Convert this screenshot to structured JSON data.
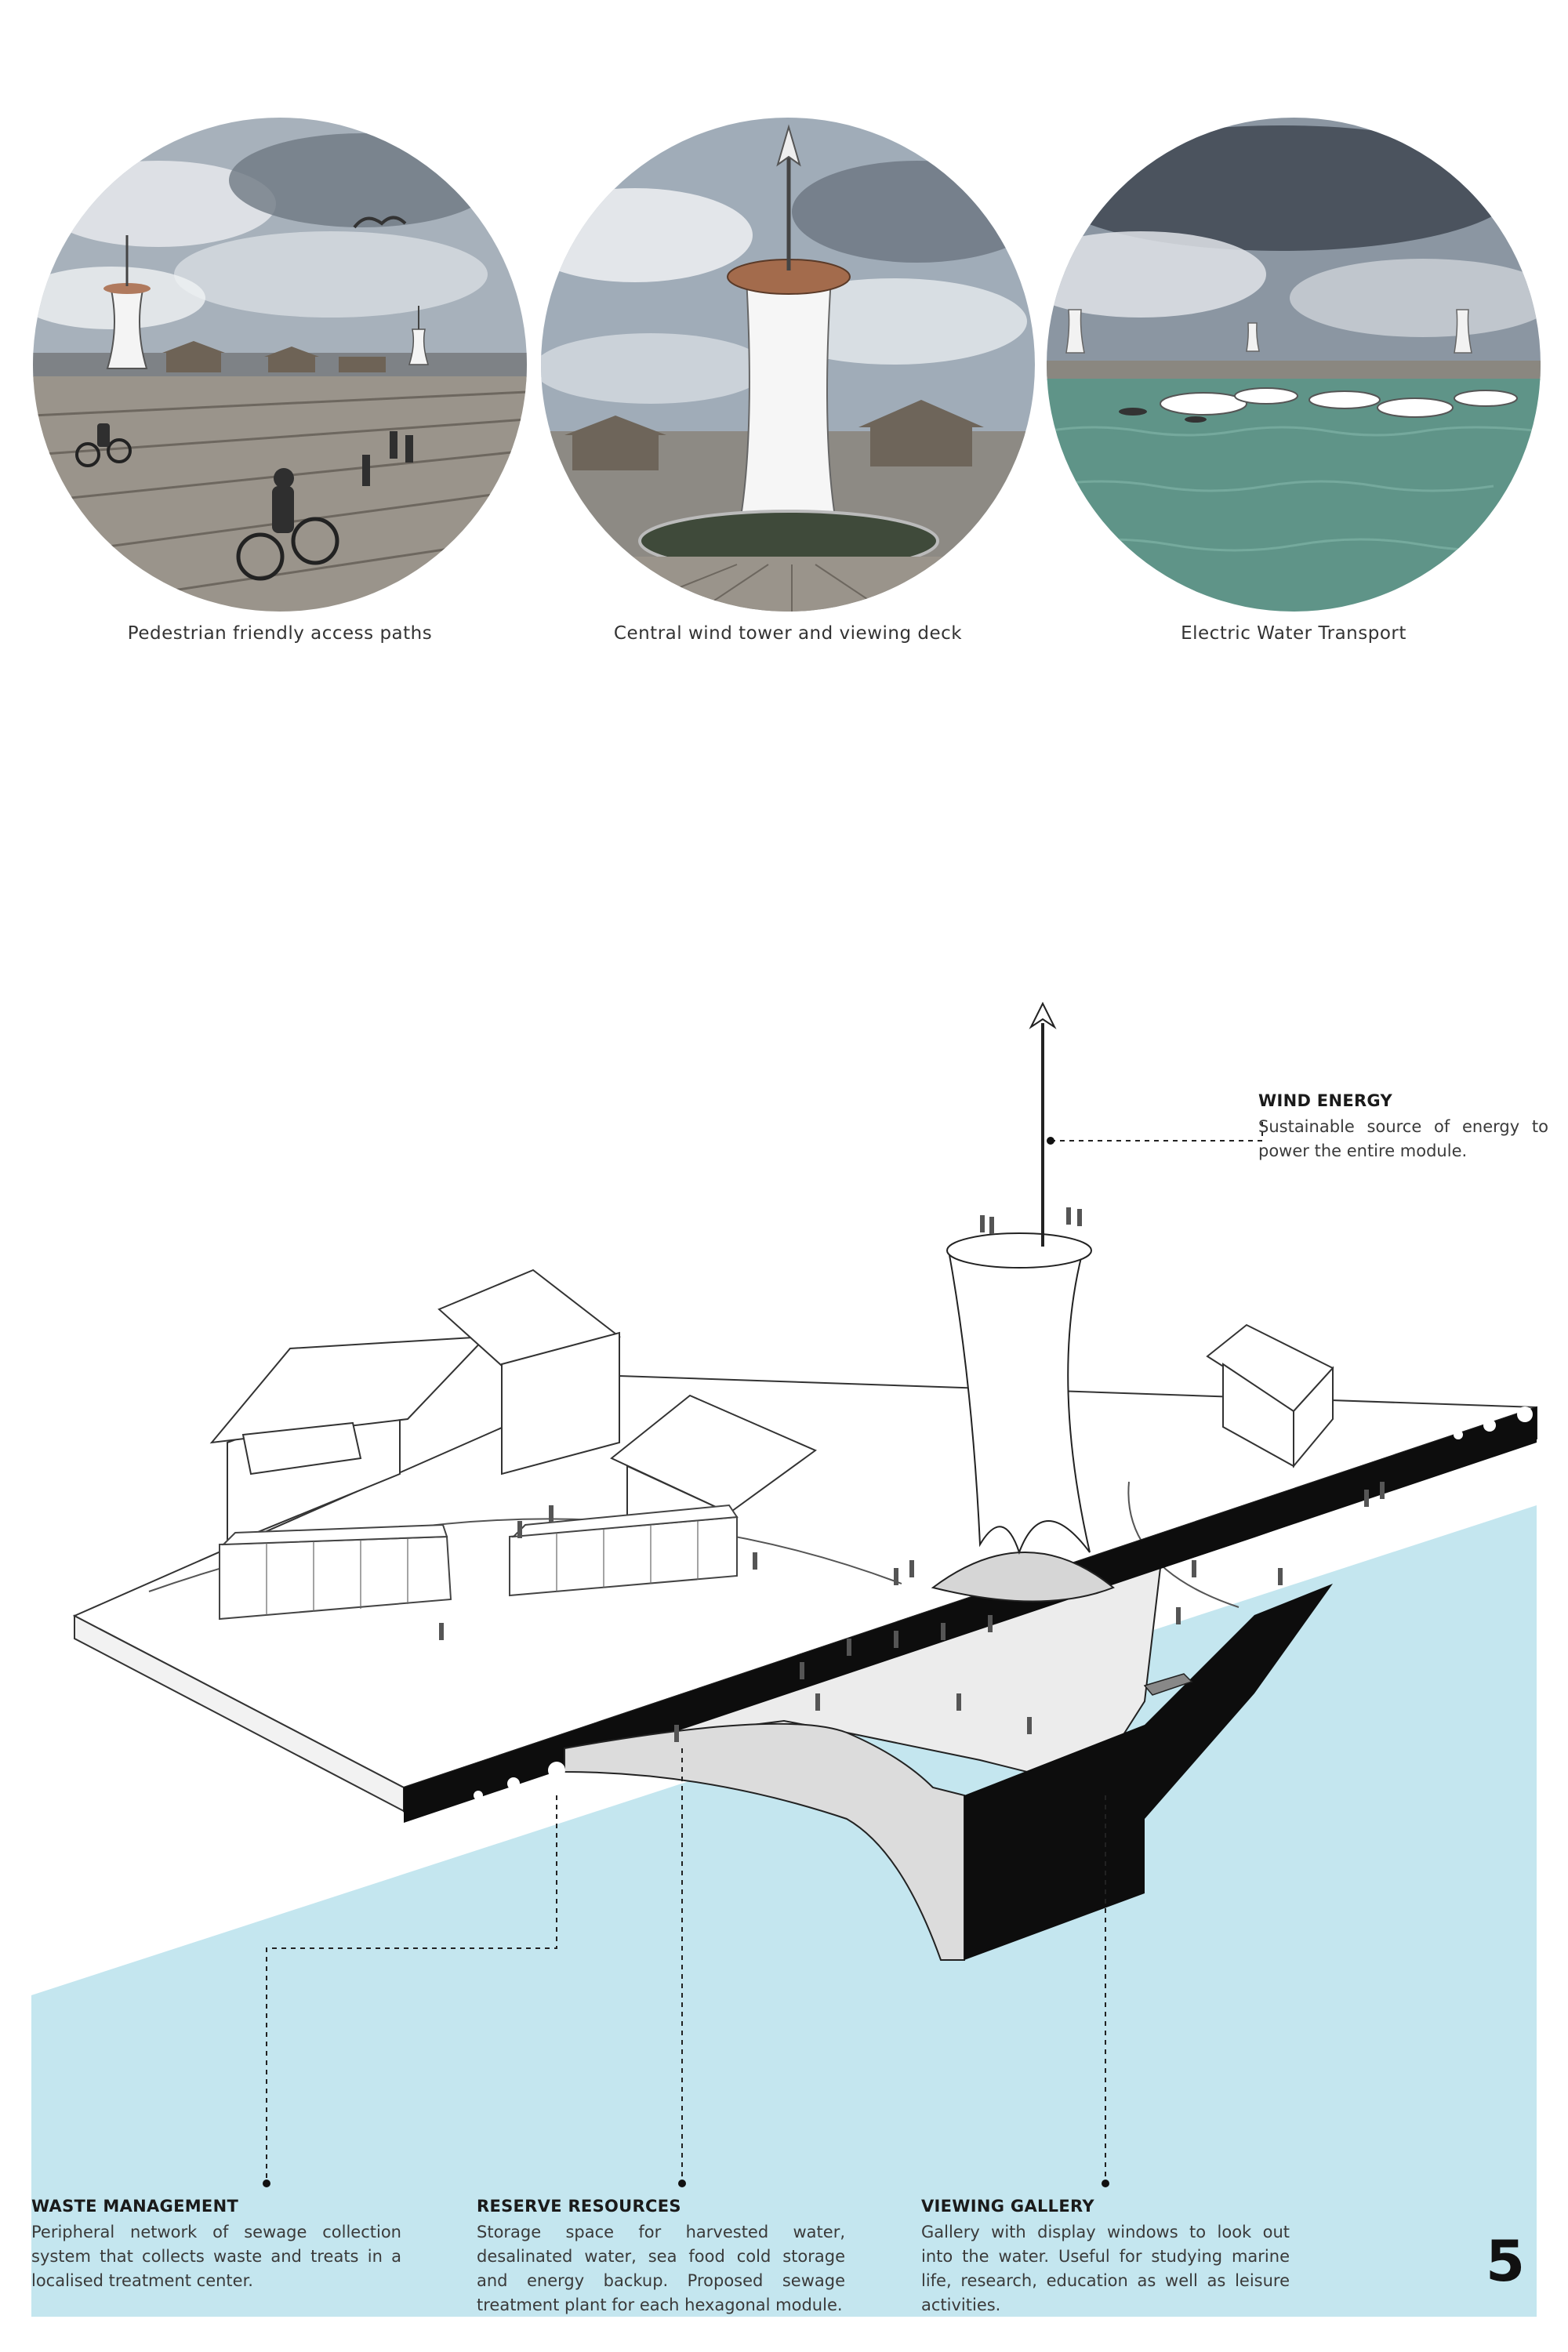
{
  "renders": [
    {
      "caption": "Pedestrian friendly access paths"
    },
    {
      "caption": "Central wind tower and viewing deck"
    },
    {
      "caption": "Electric Water Transport"
    }
  ],
  "callouts": {
    "wind_energy": {
      "title": "WIND ENERGY",
      "body": "Sustainable source of energy to power the entire module."
    },
    "waste_management": {
      "title": "WASTE MANAGEMENT",
      "body": "Peripheral network of sewage collection system that collects waste and treats in a localised treatment center."
    },
    "reserve_resources": {
      "title": "RESERVE RESOURCES",
      "body": "Storage space for harvested water, desalinated water, sea food cold storage and energy backup. Proposed sewage treatment plant for each hexagonal module."
    },
    "viewing_gallery": {
      "title": "VIEWING GALLERY",
      "body": "Gallery with display windows to look out into the water. Useful for studying marine life, research, education as well as leisure activities."
    }
  },
  "page_number": "5",
  "colors": {
    "water": "#c4e6ef",
    "sky": "#9aa7b4",
    "sea": "#5f9488",
    "deck": "#8f8a82",
    "ink": "#111111"
  }
}
